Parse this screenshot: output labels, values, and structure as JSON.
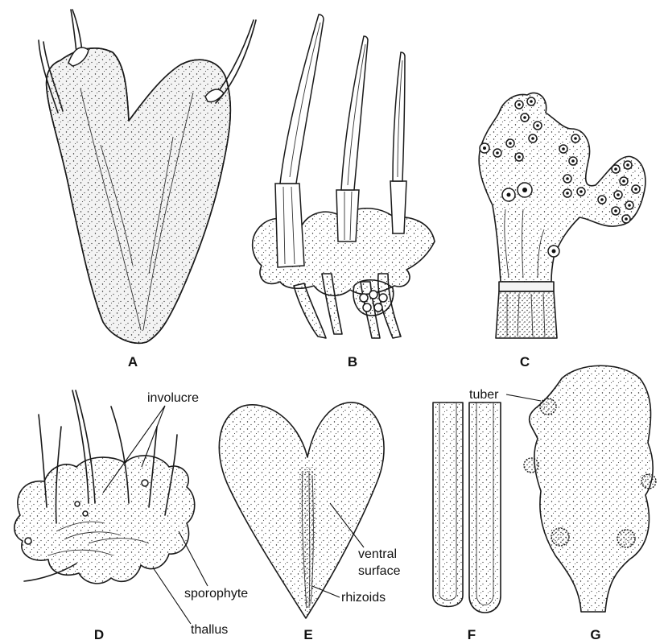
{
  "panels": [
    {
      "id": "A",
      "label": "A"
    },
    {
      "id": "B",
      "label": "B"
    },
    {
      "id": "C",
      "label": "C"
    },
    {
      "id": "D",
      "label": "D"
    },
    {
      "id": "E",
      "label": "E"
    },
    {
      "id": "F",
      "label": "F"
    },
    {
      "id": "G",
      "label": "G"
    }
  ],
  "annotations": {
    "involucre": "involucre",
    "sporophyte": "sporophyte",
    "thallus": "thallus",
    "ventral_surface_line1": "ventral",
    "ventral_surface_line2": "surface",
    "rhizoids": "rhizoids",
    "tuber": "tuber"
  },
  "style": {
    "ink_color": "#1a1a1a",
    "stipple_color": "#222222",
    "background": "#ffffff"
  }
}
